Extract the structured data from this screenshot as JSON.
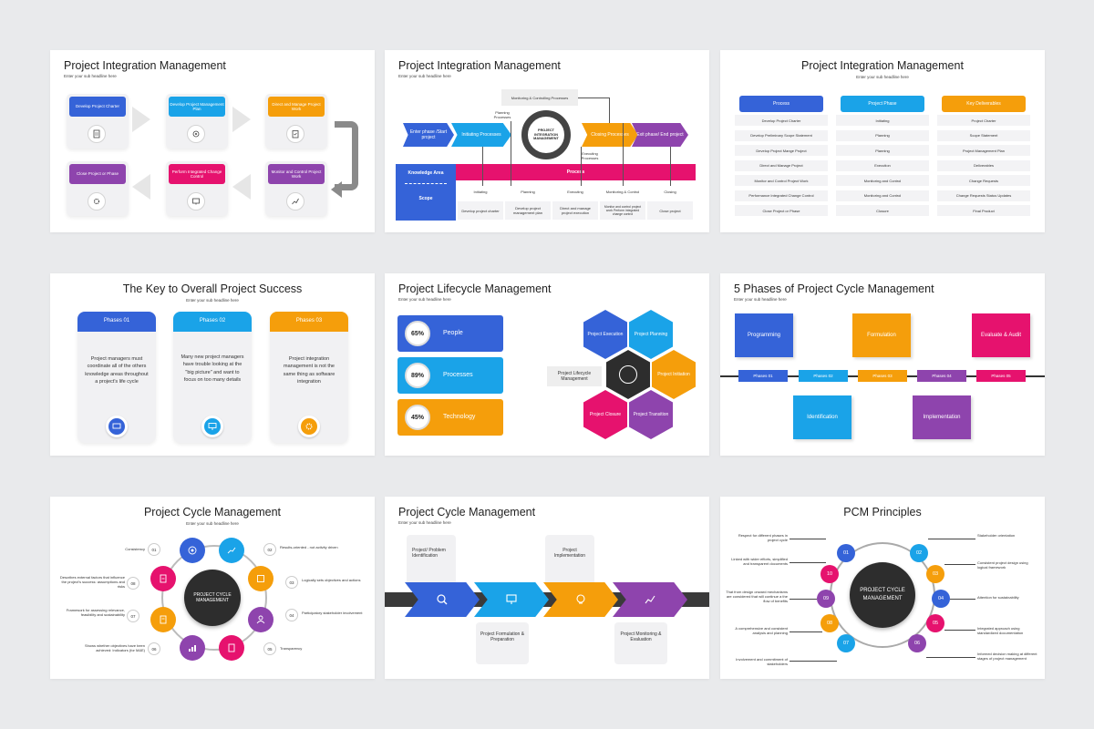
{
  "colors": {
    "blue": "#3563d8",
    "cyan": "#1aa3e8",
    "orange": "#f59e0b",
    "purple": "#8e44ad",
    "pink": "#e6126e",
    "dark": "#2d2d2d"
  },
  "s1": {
    "title": "Project Integration Management",
    "sub": "Enter your sub headline here",
    "boxes": [
      "Develop Project Charter",
      "Develop Project Management Plan",
      "Direct and Manage Project Work",
      "Close Project or Phase",
      "Perform Integrated Change Control",
      "Monitor and Control Project Work"
    ]
  },
  "s2": {
    "title": "Project Integration Management",
    "sub": "Enter your sub headline here",
    "monitor": "Monitoring & Controlling Processes",
    "planning_p": "Planning Processes",
    "executing_p": "Executing Processes",
    "center": "PROJECT INTEGRATION MANAGEMENT",
    "chevrons": [
      "Enter phase /Start project",
      "Initiating Processes",
      "Closing Processes",
      "Exit phase/ End project"
    ],
    "ka": "Knowledge Area",
    "scope": "Scope",
    "process": "Process",
    "cols": [
      "Initiating",
      "Planning",
      "Executing",
      "Monitoring & Control",
      "Closing"
    ],
    "rows": [
      "Develop project charter",
      "Develop project management plan",
      "Direct and manage project execution",
      "Monitor and control project work Perform integrated change control",
      "Close project"
    ]
  },
  "s3": {
    "title": "Project Integration Management",
    "sub": "Enter your sub headline here",
    "headers": [
      "Process",
      "Project Phase",
      "Key Deliverables"
    ],
    "col1": [
      "Develop Project Charter",
      "Develop Preliminary Scope Statement",
      "Develop Project Mange Project",
      "Direct and Manage Project",
      "Monitor and Control Project Work",
      "Performance Integrated Change Control",
      "Close Project or Phase"
    ],
    "col2": [
      "Initiating",
      "Planning",
      "Planning",
      "Execution",
      "Monitoring and Control",
      "Monitoring and Control",
      "Closure"
    ],
    "col3": [
      "Project Charter",
      "Scope Statement",
      "Project Management Plan",
      "Deliverables",
      "Change Requests",
      "Change Requests Status Updates",
      "Final Product"
    ]
  },
  "s4": {
    "title": "The Key to Overall Project Success",
    "sub": "Enter your sub headline here",
    "phases": [
      "Phases 01",
      "Phases 02",
      "Phases 03"
    ],
    "texts": [
      "Project managers must coordinate all of the others knowledge areas throughout a project's life cycle",
      "Many new project managers have trouble looking at the \"big picture\" and want to focus on too many details",
      "Project integration management is not the same thing as software integration"
    ]
  },
  "s5": {
    "title": "Project Lifecycle Management",
    "sub": "Enter your sub headline here",
    "bars": [
      {
        "pct": "65%",
        "label": "People",
        "value": 65
      },
      {
        "pct": "89%",
        "label": "Processes",
        "value": 89
      },
      {
        "pct": "45%",
        "label": "Technology",
        "value": 45
      }
    ],
    "center_label": "Project Lifecycle Management",
    "hexes": [
      "Project Execution",
      "Project Planning",
      "Project Initiation",
      "Project Transition",
      "Project Closure"
    ]
  },
  "s6": {
    "title": "5 Phases of Project Cycle Management",
    "sub": "Enter your sub headline here",
    "top": [
      "Programming",
      "Formulation",
      "Evaluate & Audit"
    ],
    "phases": [
      "Phases 01",
      "Phases 02",
      "Phases 03",
      "Phases 04",
      "Phases 05"
    ],
    "bottom": [
      "Identification",
      "Implementation"
    ]
  },
  "s7": {
    "title": "Project Cycle Management",
    "sub": "Enter your sub headline here",
    "center": "PROJECT CYCLE MANAGEMENT",
    "items": [
      {
        "n": "01",
        "t": "Consistency"
      },
      {
        "n": "02",
        "t": "Results-oriented - not activity driven"
      },
      {
        "n": "03",
        "t": "Logically sets objectives and actions"
      },
      {
        "n": "04",
        "t": "Participatory stakeholder involvement"
      },
      {
        "n": "05",
        "t": "Transparency"
      },
      {
        "n": "06",
        "t": "Shows whether objectives have been achieved: Indicators (for M&E)"
      },
      {
        "n": "07",
        "t": "Framework for assessing relevance, feasibility and sustainability"
      },
      {
        "n": "08",
        "t": "Describes external factors that influence the project's success: assumptions and risks"
      }
    ]
  },
  "s8": {
    "title": "Project Cycle Management",
    "sub": "Enter your sub headline here",
    "top": [
      "Project/ Problem Identification",
      "Project Implementation"
    ],
    "bottom": [
      "Project Formulation & Preparation",
      "Project Monitoring & Evaluation"
    ]
  },
  "s9": {
    "title": "PCM Principles",
    "center": "PROJECT CYCLE MANAGEMENT",
    "left": [
      "Respect for different phases in project cycle",
      "Linked with wider efforts, simplified and transparent documents",
      "That from design onward mechanisms are considered that will continue a the flow of benefits",
      "A comprehensive and consistent analysis and planning",
      "Involvement and commitment of stakeholders"
    ],
    "right": [
      "Stakeholder orientation",
      "Consistent project design using logical framework",
      "Attention for sustainability",
      "Integrated approach using standardized documentation",
      "Informed decision making at different stages of project management"
    ],
    "nums": [
      "01",
      "02",
      "03",
      "04",
      "05",
      "06",
      "07",
      "08",
      "09",
      "10"
    ]
  }
}
